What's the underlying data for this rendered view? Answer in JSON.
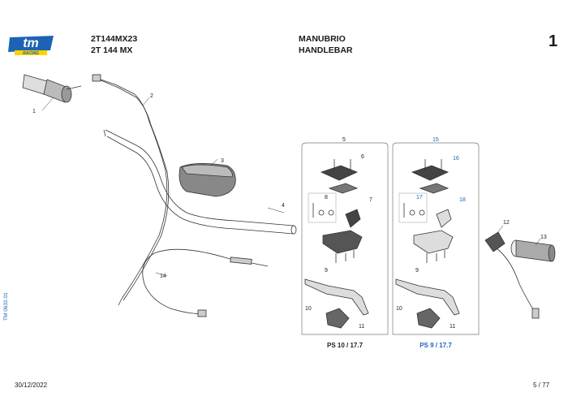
{
  "header": {
    "logo_text": "tm",
    "logo_sub": "RACING",
    "model_code": "2T144MX23",
    "model_name": "2T 144 MX",
    "title_it": "MANUBRIO",
    "title_en": "HANDLEBAR",
    "page_number": "1"
  },
  "callouts": {
    "c1": "1",
    "c2": "2",
    "c3": "3",
    "c4": "4",
    "c5": "5",
    "c6": "6",
    "c7": "7",
    "c8": "8",
    "c9a": "9",
    "c10a": "10",
    "c11a": "11",
    "c12": "12",
    "c13": "13",
    "c14": "14",
    "c15": "15",
    "c16": "16",
    "c17": "17",
    "c18": "18",
    "c9b": "9",
    "c10b": "10",
    "c11b": "11"
  },
  "group_labels": {
    "left": "PS 10 / 17.7",
    "right": "PS 9 / 17.7"
  },
  "footer": {
    "date": "30/12/2022",
    "page": "5 / 77",
    "doc_code": "TM 0632.01"
  },
  "colors": {
    "brand_blue": "#1d63b5",
    "line": "#333333"
  }
}
